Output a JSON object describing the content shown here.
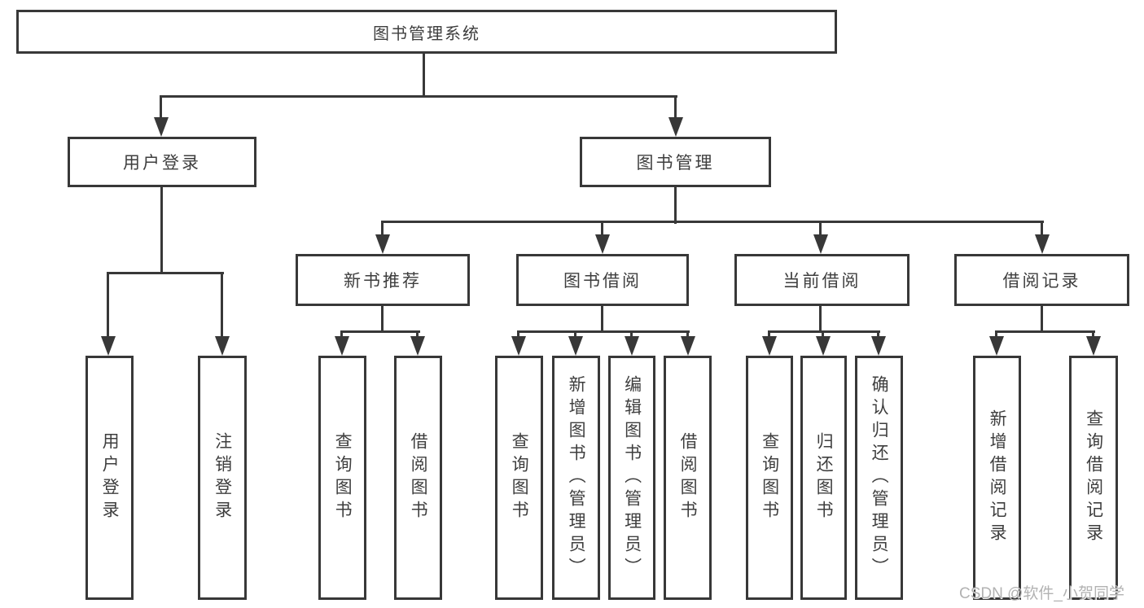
{
  "diagram": {
    "root": {
      "label": "图书管理系统"
    },
    "branches": [
      {
        "label": "用户登录",
        "children": [
          {
            "label": "用户登录"
          },
          {
            "label": "注销登录"
          }
        ]
      },
      {
        "label": "图书管理",
        "children": [
          {
            "label": "新书推荐",
            "children": [
              {
                "label": "查询图书"
              },
              {
                "label": "借阅图书"
              }
            ]
          },
          {
            "label": "图书借阅",
            "children": [
              {
                "label": "查询图书"
              },
              {
                "label": "新增图书（管理员）"
              },
              {
                "label": "编辑图书（管理员）"
              },
              {
                "label": "借阅图书"
              }
            ]
          },
          {
            "label": "当前借阅",
            "children": [
              {
                "label": "查询图书"
              },
              {
                "label": "归还图书"
              },
              {
                "label": "确认归还（管理员）"
              }
            ]
          },
          {
            "label": "借阅记录",
            "children": [
              {
                "label": "新增借阅记录"
              },
              {
                "label": "查询借阅记录"
              }
            ]
          }
        ]
      }
    ]
  },
  "watermark": {
    "text": "CSDN @软件_小贺同学"
  },
  "colors": {
    "line": "#383838",
    "text": "#3e3e3e",
    "box_background": "#ffffff",
    "background": "#ffffff",
    "watermark": "#b2b2b2"
  }
}
